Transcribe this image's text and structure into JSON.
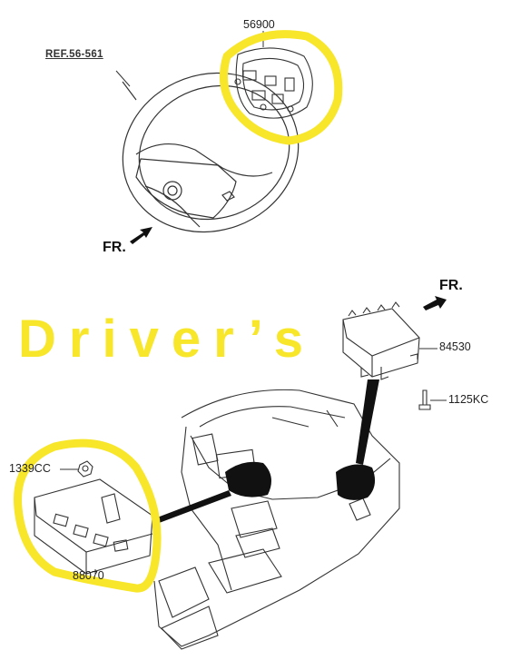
{
  "labels": {
    "ref": "REF.56-561",
    "airbag_driver": "56900",
    "airbag_passenger": "84530",
    "bolt": "1125KC",
    "nut": "1339CC",
    "control_module": "88070",
    "front_top": "FR.",
    "front_bottom": "FR."
  },
  "overlay_text": "Driver’s",
  "colors": {
    "highlight": "#f7e62a",
    "line": "#333333",
    "fill_dark": "#111111"
  }
}
